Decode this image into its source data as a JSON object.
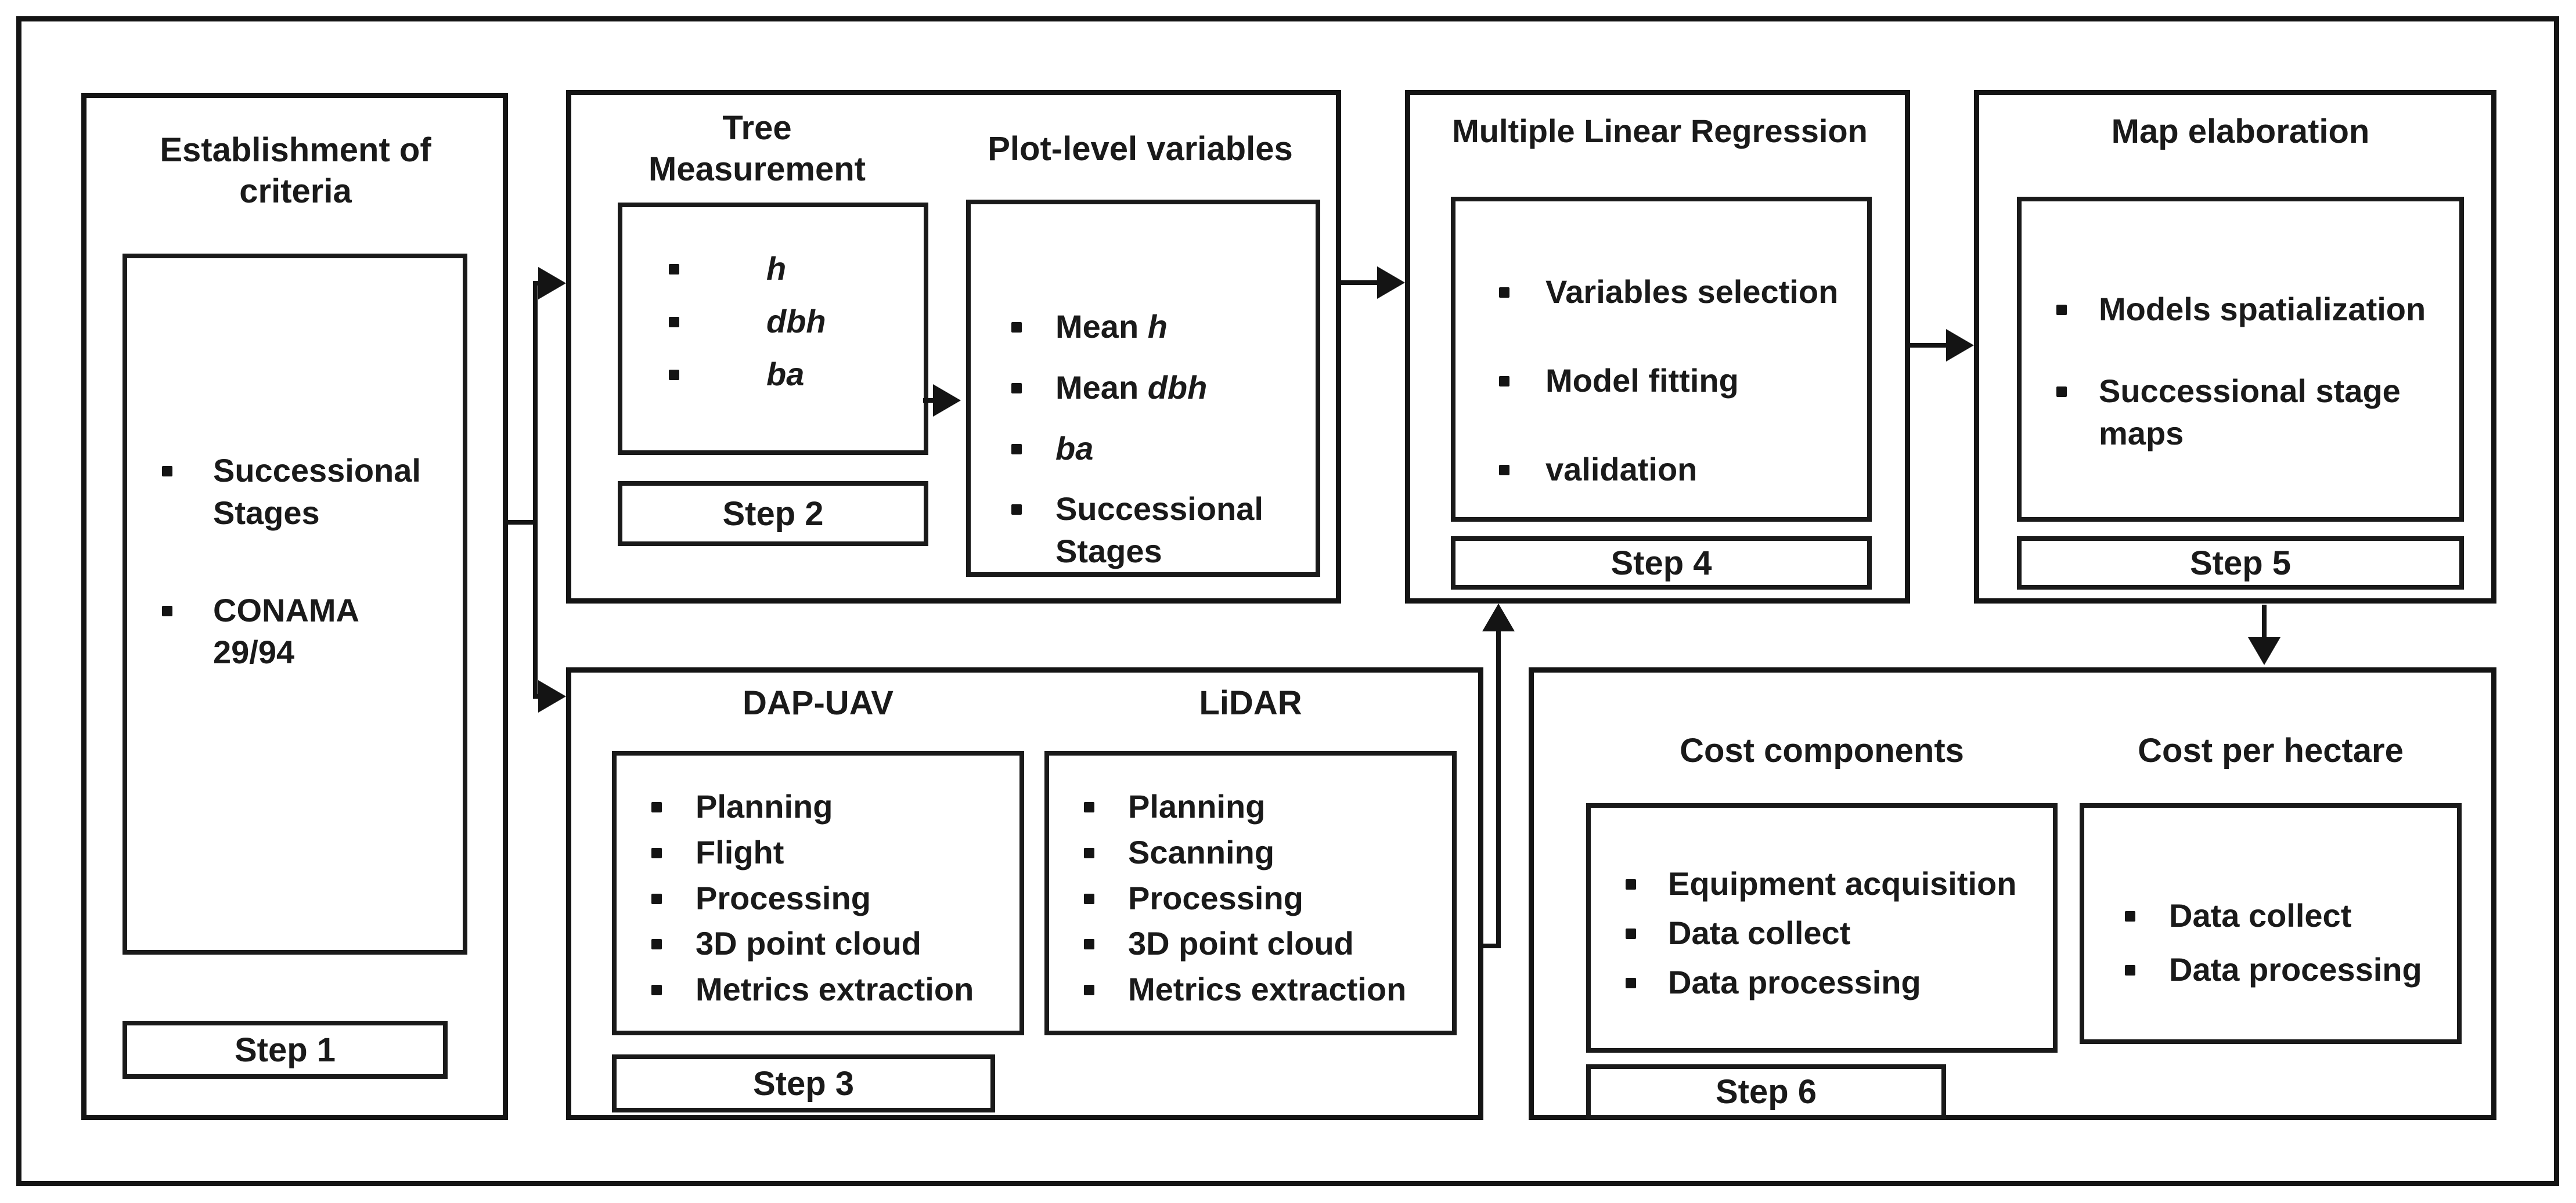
{
  "colors": {
    "ink": "#141414",
    "background": "#ffffff"
  },
  "steps": {
    "step1": {
      "title": "Establishment of criteria",
      "items": [
        [
          {
            "text": "Successional Stages",
            "italic": false
          }
        ],
        [
          {
            "text": "CONAMA 29/94",
            "italic": false
          }
        ]
      ],
      "label": "Step 1"
    },
    "step2": {
      "tree": {
        "title": "Tree Measurement",
        "items": [
          [
            {
              "text": "h",
              "italic": true
            }
          ],
          [
            {
              "text": "dbh",
              "italic": true
            }
          ],
          [
            {
              "text": "ba",
              "italic": true
            }
          ]
        ]
      },
      "plot": {
        "title": "Plot-level variables",
        "items": [
          [
            {
              "text": "Mean ",
              "italic": false
            },
            {
              "text": "h",
              "italic": true
            }
          ],
          [
            {
              "text": "Mean ",
              "italic": false
            },
            {
              "text": "dbh",
              "italic": true
            }
          ],
          [
            {
              "text": "ba",
              "italic": true
            }
          ],
          [
            {
              "text": "Successional Stages",
              "italic": false
            }
          ]
        ]
      },
      "label": "Step 2"
    },
    "step3": {
      "dap": {
        "title": "DAP-UAV",
        "items": [
          [
            {
              "text": "Planning",
              "italic": false
            }
          ],
          [
            {
              "text": "Flight",
              "italic": false
            }
          ],
          [
            {
              "text": "Processing",
              "italic": false
            }
          ],
          [
            {
              "text": "3D point cloud",
              "italic": false
            }
          ],
          [
            {
              "text": "Metrics extraction",
              "italic": false
            }
          ]
        ]
      },
      "lidar": {
        "title": "LiDAR",
        "items": [
          [
            {
              "text": "Planning",
              "italic": false
            }
          ],
          [
            {
              "text": "Scanning",
              "italic": false
            }
          ],
          [
            {
              "text": "Processing",
              "italic": false
            }
          ],
          [
            {
              "text": "3D point cloud",
              "italic": false
            }
          ],
          [
            {
              "text": "Metrics extraction",
              "italic": false
            }
          ]
        ]
      },
      "label": "Step 3"
    },
    "step4": {
      "title": "Multiple Linear Regression",
      "items": [
        [
          {
            "text": "Variables selection",
            "italic": false
          }
        ],
        [
          {
            "text": "Model fitting",
            "italic": false
          }
        ],
        [
          {
            "text": "validation",
            "italic": false
          }
        ]
      ],
      "label": "Step 4"
    },
    "step5": {
      "title": "Map elaboration",
      "items": [
        [
          {
            "text": "Models spatialization",
            "italic": false
          }
        ],
        [
          {
            "text": "Successional stage maps",
            "italic": false
          }
        ]
      ],
      "label": "Step 5"
    },
    "step6": {
      "cost_components": {
        "title": "Cost components",
        "items": [
          [
            {
              "text": "Equipment acquisition",
              "italic": false
            }
          ],
          [
            {
              "text": "Data collect",
              "italic": false
            }
          ],
          [
            {
              "text": "Data processing",
              "italic": false
            }
          ]
        ]
      },
      "cost_per_hectare": {
        "title": "Cost per hectare",
        "items": [
          [
            {
              "text": "Data collect",
              "italic": false
            }
          ],
          [
            {
              "text": "Data processing",
              "italic": false
            }
          ]
        ]
      },
      "label": "Step 6"
    }
  }
}
